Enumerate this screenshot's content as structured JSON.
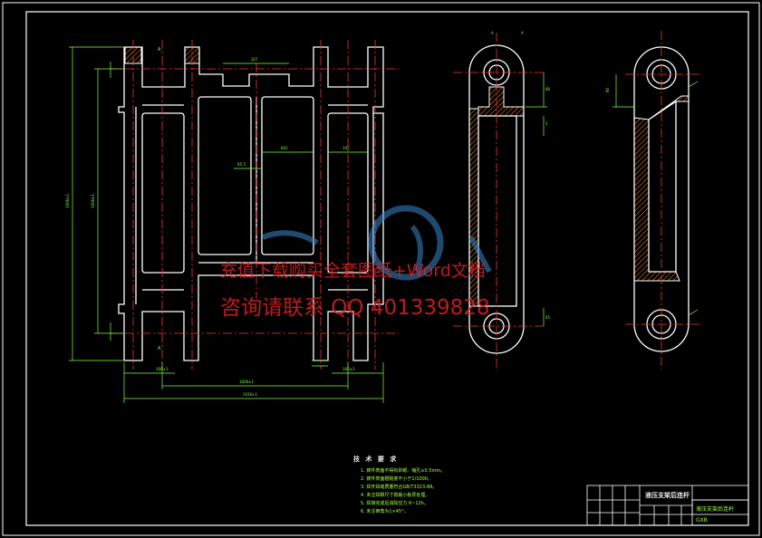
{
  "watermark": {
    "line1": "充值下载购买全套图纸+Word文档",
    "line2": "咨询请联系 QQ 401339828"
  },
  "tech_requirements": {
    "title": "技 术 要 求",
    "items": [
      "1. 铸件表面不得有砂眼、缩孔≥0.5mm。",
      "2. 铸件表面粗糙度不小于1/1000。",
      "3. 焊件焊缝质量符合GB/T3323-88。",
      "4. 未注焊脚尺寸按最小板厚处理。",
      "5. 焊接完成后消除应力 6~12h。",
      "6. 未注倒角为1×45°。"
    ]
  },
  "title_block": {
    "company": "液压支架后连杆",
    "drawing_name": "液压支架后连杆",
    "code": "GXB"
  },
  "colors": {
    "background": "#000000",
    "outline": "#ffffff",
    "centerline": "#ff3030",
    "dimension": "#80ff40",
    "hatch": "#ff9020",
    "frame": "#ffffff",
    "watermark": "#e02020"
  }
}
